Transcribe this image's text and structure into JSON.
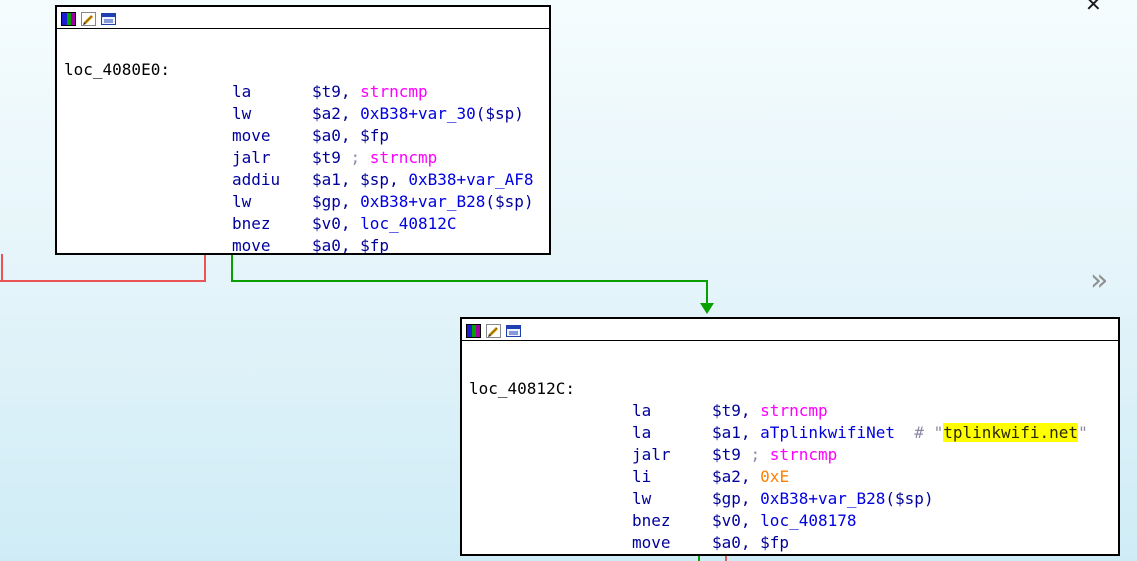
{
  "window": {
    "close_icon": "✕",
    "chevron": "»"
  },
  "colors": {
    "code": "#00009a",
    "name": "#0000e0",
    "func": "#ff00ff",
    "comment": "#8b8ba6",
    "number": "#ff8000",
    "label": "#000000",
    "highlight_bg": "#ffff00",
    "highlight_text": "#2b2b00",
    "edge_true": "#08a000",
    "edge_false": "#ea5454",
    "node_bg": "#ffffff",
    "node_border": "#000000",
    "canvas_top": "#f5fcfe",
    "canvas_bottom": "#cfecf6"
  },
  "blocks": [
    {
      "label": "loc_4080E0:",
      "instructions": [
        {
          "mnemonic": "la",
          "tokens": [
            [
              "code",
              "$t9, "
            ],
            [
              "func",
              "strncmp"
            ]
          ]
        },
        {
          "mnemonic": "lw",
          "tokens": [
            [
              "code",
              "$a2, "
            ],
            [
              "name",
              "0xB38+var_30"
            ],
            [
              "code",
              "($sp)"
            ]
          ]
        },
        {
          "mnemonic": "move",
          "tokens": [
            [
              "code",
              "$a0, $fp"
            ]
          ]
        },
        {
          "mnemonic": "jalr",
          "tokens": [
            [
              "code",
              "$t9 "
            ],
            [
              "comment",
              "; "
            ],
            [
              "func",
              "strncmp"
            ]
          ]
        },
        {
          "mnemonic": "addiu",
          "tokens": [
            [
              "code",
              "$a1, $sp, "
            ],
            [
              "name",
              "0xB38+var_AF8"
            ]
          ]
        },
        {
          "mnemonic": "lw",
          "tokens": [
            [
              "code",
              "$gp, "
            ],
            [
              "name",
              "0xB38+var_B28"
            ],
            [
              "code",
              "($sp)"
            ]
          ]
        },
        {
          "mnemonic": "bnez",
          "tokens": [
            [
              "code",
              "$v0, "
            ],
            [
              "name",
              "loc_40812C"
            ]
          ]
        },
        {
          "mnemonic": "move",
          "tokens": [
            [
              "code",
              "$a0, $fp"
            ]
          ]
        }
      ]
    },
    {
      "label": "loc_40812C:",
      "instructions": [
        {
          "mnemonic": "la",
          "tokens": [
            [
              "code",
              "$t9, "
            ],
            [
              "func",
              "strncmp"
            ]
          ]
        },
        {
          "mnemonic": "la",
          "tokens": [
            [
              "code",
              "$a1, "
            ],
            [
              "name",
              "aTplinkwifiNet"
            ],
            [
              "comment",
              "  # \""
            ],
            [
              "highlight",
              "tplinkwifi.net"
            ],
            [
              "comment",
              "\""
            ]
          ]
        },
        {
          "mnemonic": "jalr",
          "tokens": [
            [
              "code",
              "$t9 "
            ],
            [
              "comment",
              "; "
            ],
            [
              "func",
              "strncmp"
            ]
          ]
        },
        {
          "mnemonic": "li",
          "tokens": [
            [
              "code",
              "$a2, "
            ],
            [
              "num",
              "0xE"
            ]
          ]
        },
        {
          "mnemonic": "lw",
          "tokens": [
            [
              "code",
              "$gp, "
            ],
            [
              "name",
              "0xB38+var_B28"
            ],
            [
              "code",
              "($sp)"
            ]
          ]
        },
        {
          "mnemonic": "bnez",
          "tokens": [
            [
              "code",
              "$v0, "
            ],
            [
              "name",
              "loc_408178"
            ]
          ]
        },
        {
          "mnemonic": "move",
          "tokens": [
            [
              "code",
              "$a0, $fp"
            ]
          ]
        }
      ]
    }
  ]
}
